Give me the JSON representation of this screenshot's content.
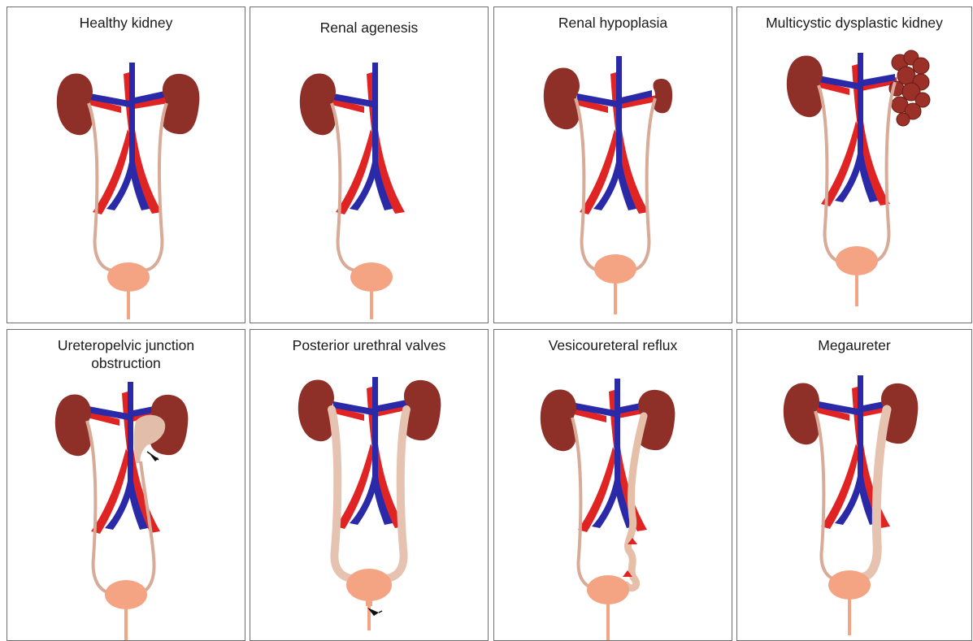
{
  "panels": [
    {
      "title": "Healthy kidney"
    },
    {
      "title": "Renal agenesis"
    },
    {
      "title": "Renal hypoplasia"
    },
    {
      "title": "Multicystic dysplastic kidney"
    },
    {
      "title": "Ureteropelvic junction\nobstruction"
    },
    {
      "title": "Posterior urethral valves"
    },
    {
      "title": "Vesicoureteral reflux"
    },
    {
      "title": "Megaureter"
    }
  ],
  "colors": {
    "kidney": "#8e2f28",
    "kidney_dark": "#5e1a16",
    "artery": "#e02424",
    "vein": "#2a2aa8",
    "ureter": "#d8ab98",
    "bladder": "#f4a482",
    "arrow": "#111111",
    "reflux_arrow": "#e02424"
  }
}
